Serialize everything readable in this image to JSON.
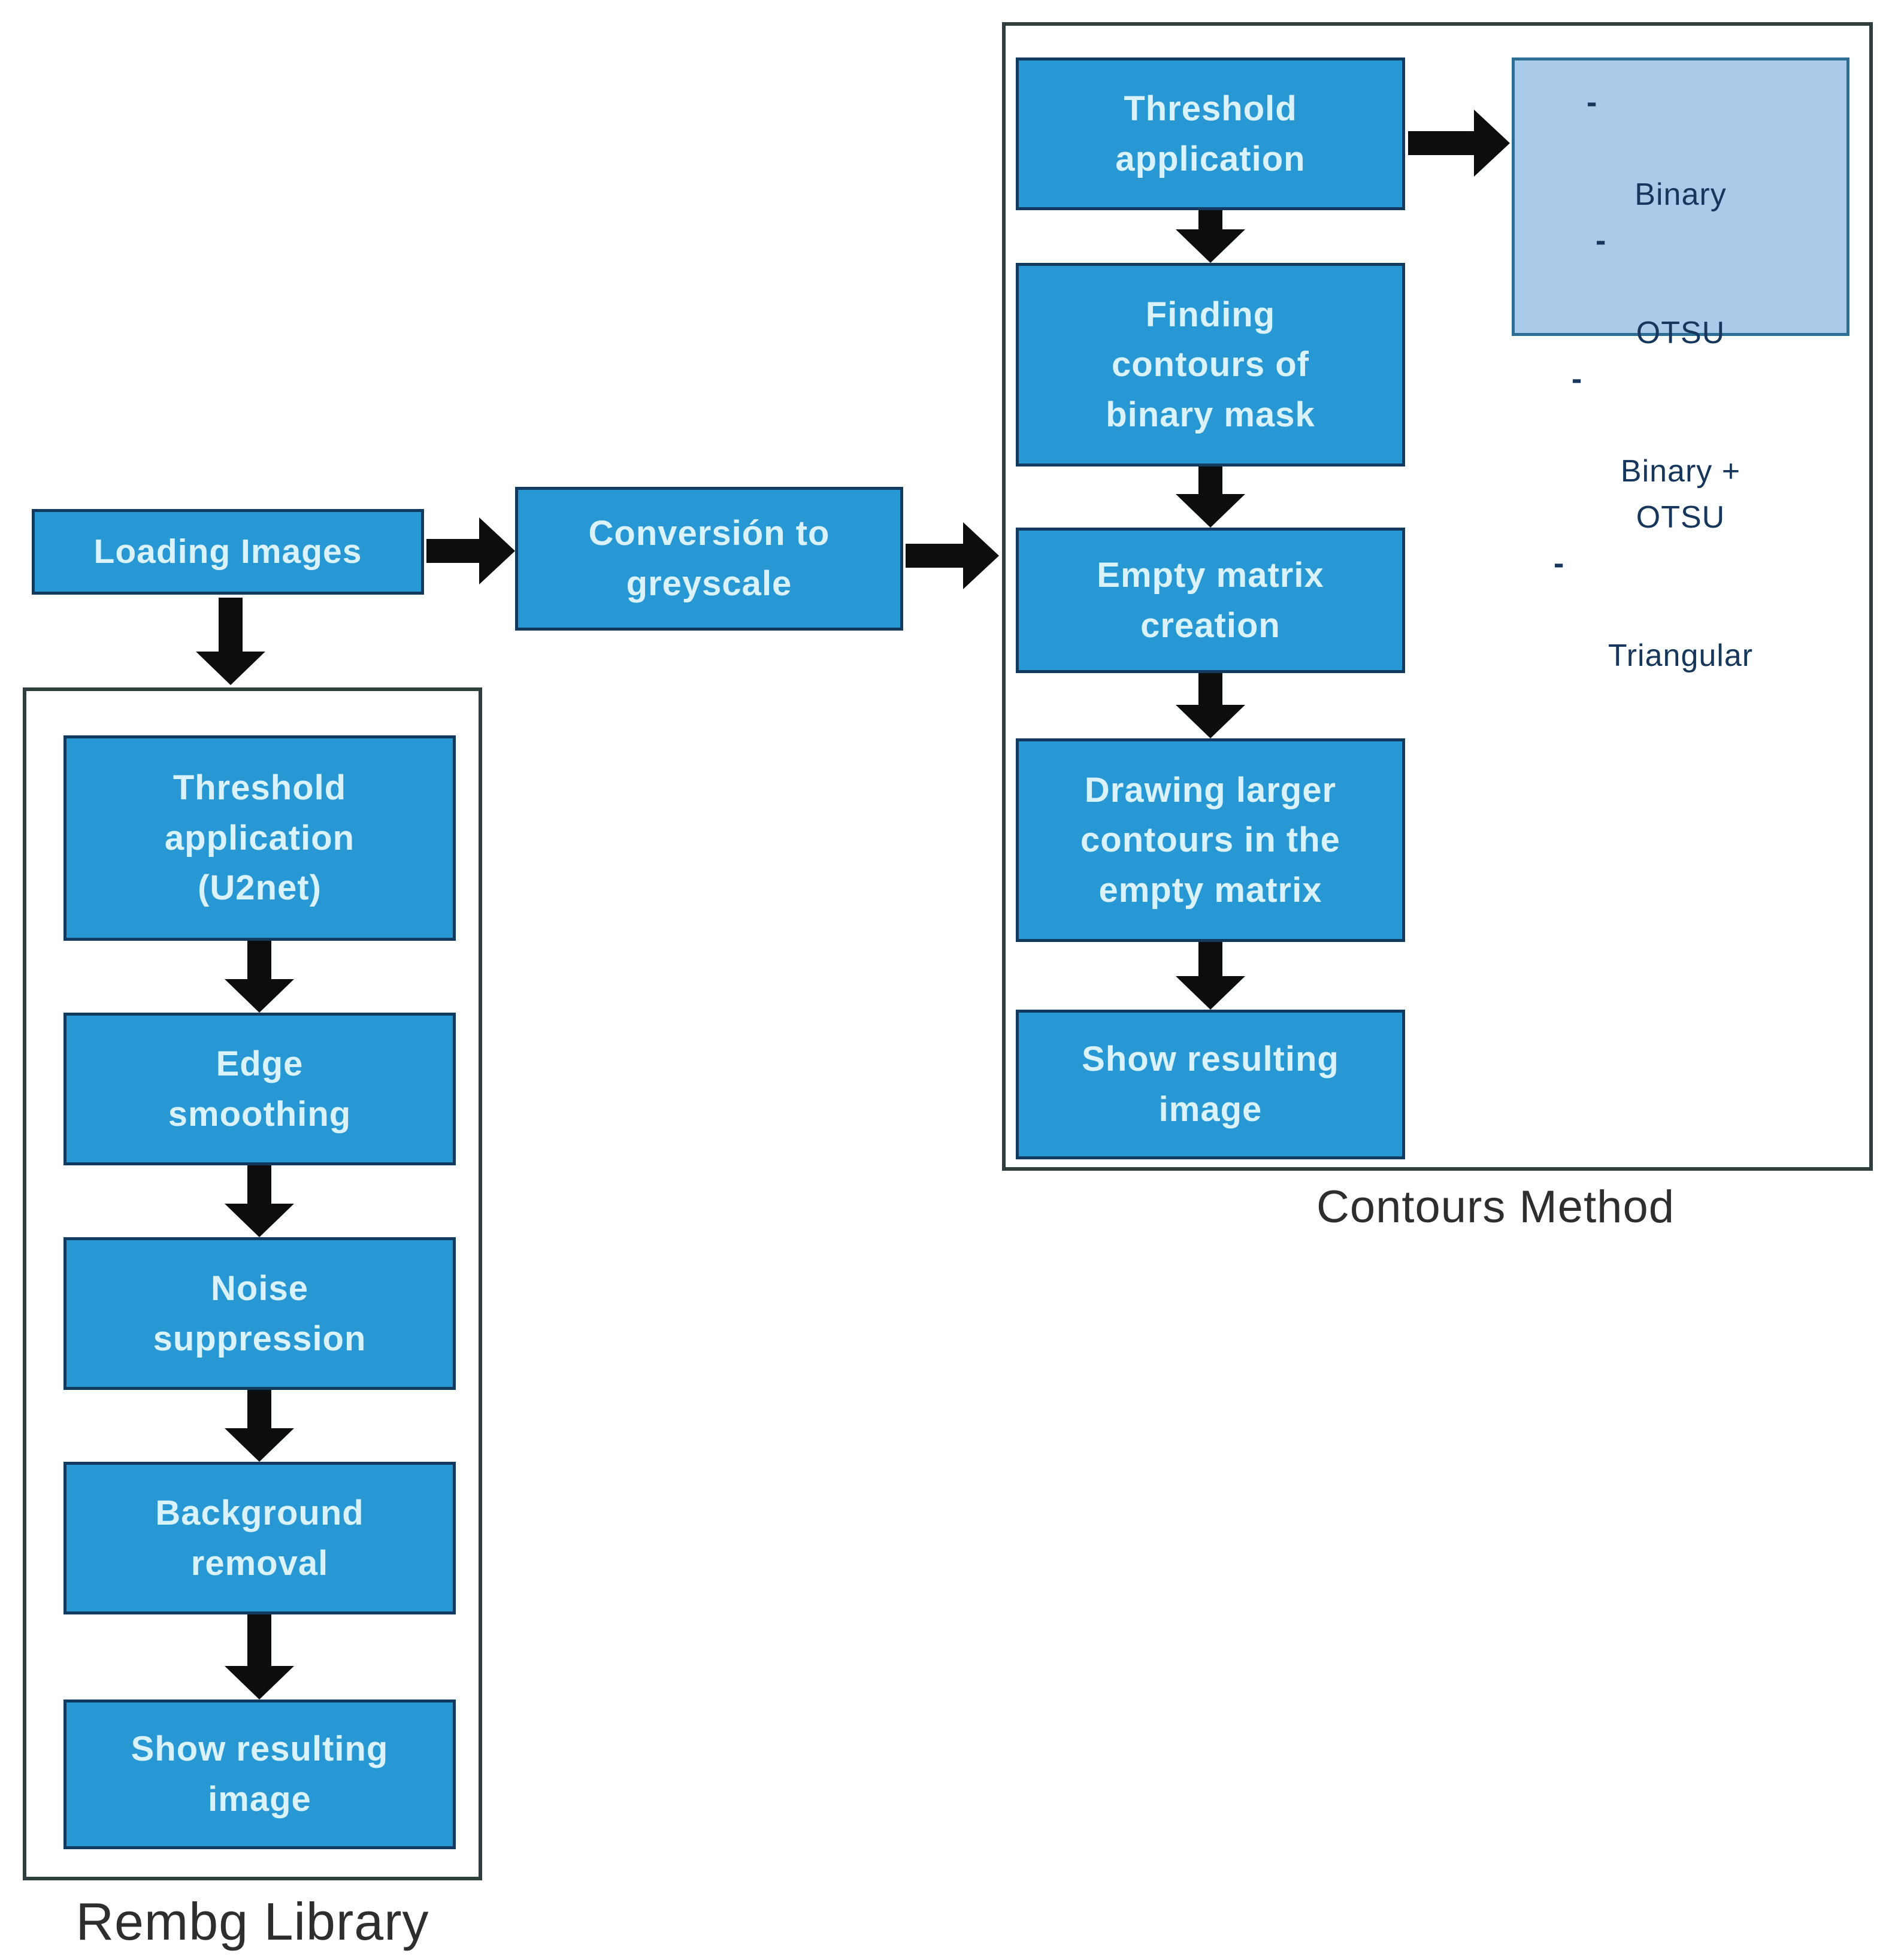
{
  "diagram": {
    "colors": {
      "step_fill": "#2798d4",
      "step_border": "#123a5e",
      "step_text": "#d9f2fc",
      "frame_border": "#2f3e3e",
      "options_fill": "#a9cbe9",
      "options_border": "#2d6e96",
      "options_text": "#16365c",
      "arrow": "#0d0d0d",
      "caption_text": "#2e2e2e"
    },
    "intro": {
      "loading_label": "Loading Images",
      "conversion_label": "Conversión to\ngreyscale"
    },
    "rembg": {
      "caption": "Rembg Library",
      "steps": [
        "Threshold\napplication\n(U2net)",
        "Edge\nsmoothing",
        "Noise\nsuppression",
        "Background\nremoval",
        "Show resulting\nimage"
      ]
    },
    "contours": {
      "caption": "Contours Method",
      "bullet": "-",
      "steps": [
        "Threshold\napplication",
        "Finding\ncontours of\nbinary mask",
        "Empty matrix\ncreation",
        "Drawing larger\ncontours in the\nempty matrix",
        "Show resulting\nimage"
      ],
      "threshold_options": [
        "Binary",
        "OTSU",
        "Binary +\nOTSU",
        "Triangular"
      ]
    }
  }
}
